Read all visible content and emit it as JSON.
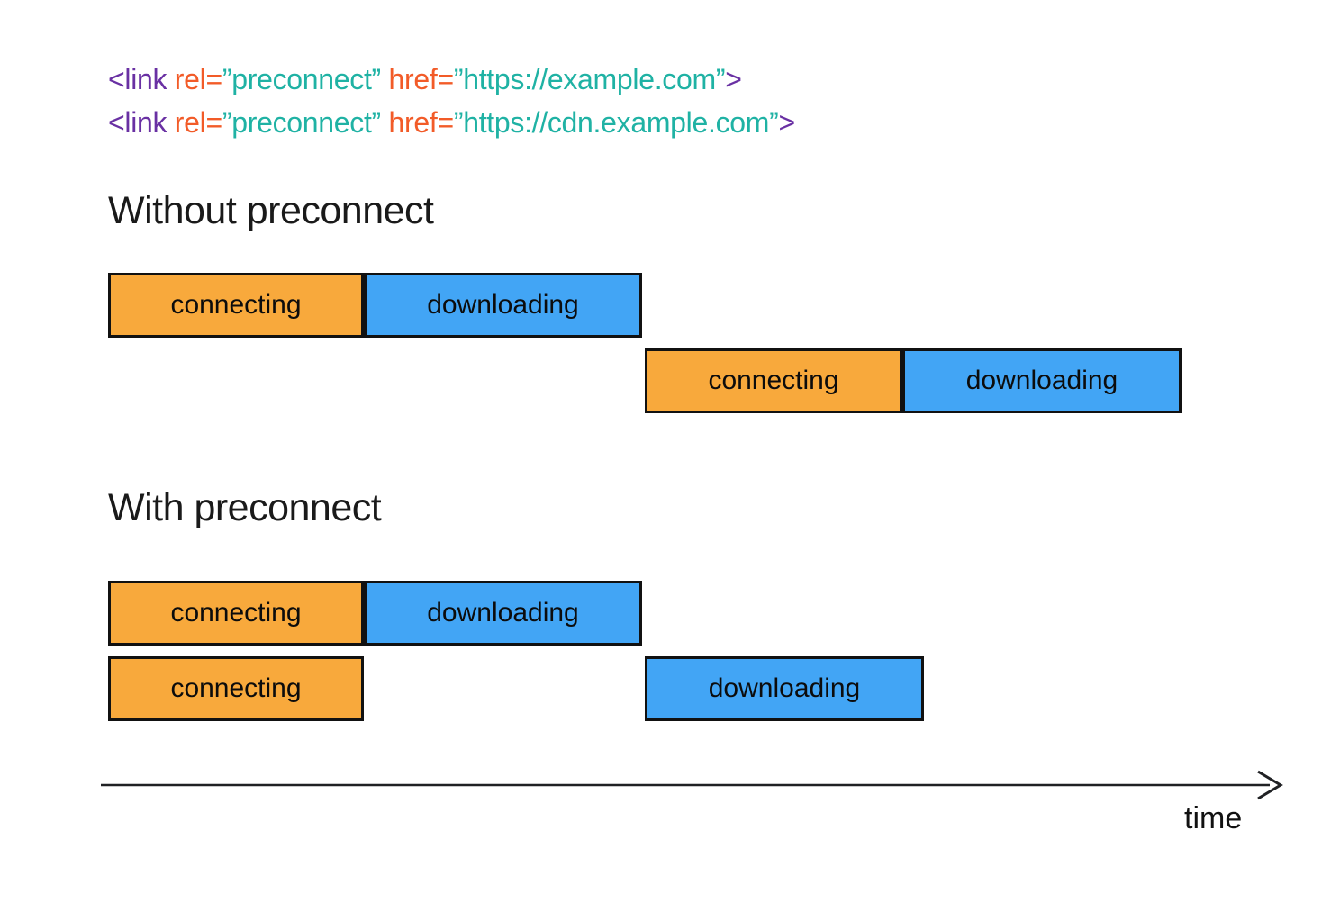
{
  "colors": {
    "code_purple": "#6930A3",
    "code_orange": "#F25B28",
    "code_teal": "#1FB2A4",
    "bar_orange": "#F8A93C",
    "bar_blue": "#42A5F5",
    "bar_border": "#111111",
    "text": "#1A1A1A",
    "axis": "#202124"
  },
  "code_lines": [
    {
      "parts": [
        {
          "text": "<link",
          "color": "purple"
        },
        {
          "text": " rel=",
          "color": "orange"
        },
        {
          "text": "”preconnect”",
          "color": "teal"
        },
        {
          "text": " href=",
          "color": "orange"
        },
        {
          "text": "”https://example.com”",
          "color": "teal"
        },
        {
          "text": ">",
          "color": "purple"
        }
      ]
    },
    {
      "parts": [
        {
          "text": "<link",
          "color": "purple"
        },
        {
          "text": " rel=",
          "color": "orange"
        },
        {
          "text": "”preconnect”",
          "color": "teal"
        },
        {
          "text": " href=",
          "color": "orange"
        },
        {
          "text": "”https://cdn.example.com”",
          "color": "teal"
        },
        {
          "text": ">",
          "color": "purple"
        }
      ]
    }
  ],
  "sections": [
    {
      "title": "Without preconnect",
      "rows": [
        {
          "bars": [
            {
              "label": "connecting",
              "phase": "connecting"
            },
            {
              "label": "downloading",
              "phase": "downloading"
            }
          ]
        },
        {
          "bars": [
            {
              "label": "connecting",
              "phase": "connecting"
            },
            {
              "label": "downloading",
              "phase": "downloading"
            }
          ]
        }
      ]
    },
    {
      "title": "With preconnect",
      "rows": [
        {
          "bars": [
            {
              "label": "connecting",
              "phase": "connecting"
            },
            {
              "label": "downloading",
              "phase": "downloading"
            }
          ]
        },
        {
          "bars": [
            {
              "label": "connecting",
              "phase": "connecting"
            },
            {
              "label": "downloading",
              "phase": "downloading"
            }
          ]
        }
      ]
    }
  ],
  "axis": {
    "label": "time"
  }
}
